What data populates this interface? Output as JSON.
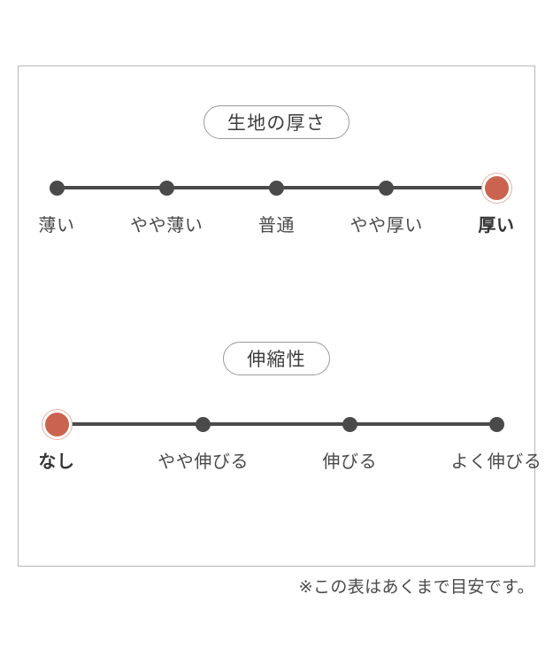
{
  "panel": {
    "border_color": "#b8b8b8",
    "background": "#ffffff"
  },
  "colors": {
    "dot_inactive": "#4a4a4a",
    "dot_active": "#ca6450",
    "dot_active_ring": "#e6b3a6",
    "track": "#4a4a4a",
    "text": "#4a4a4a",
    "pill_border": "#9b9b9b"
  },
  "scales": [
    {
      "id": "thickness",
      "title": "生地の厚さ",
      "selected_index": 4,
      "selected_label": "厚い",
      "options": [
        {
          "label": "薄い"
        },
        {
          "label": "やや薄い"
        },
        {
          "label": "普通"
        },
        {
          "label": "やや厚い"
        },
        {
          "label": "厚い"
        }
      ]
    },
    {
      "id": "stretch",
      "title": "伸縮性",
      "selected_index": 0,
      "selected_label": "なし",
      "options": [
        {
          "label": "なし"
        },
        {
          "label": "やや伸びる"
        },
        {
          "label": "伸びる"
        },
        {
          "label": "よく伸びる"
        }
      ]
    }
  ],
  "footnote": "※この表はあくまで目安です。",
  "chart_data": {
    "type": "scatter",
    "title": "生地の厚さ / 伸縮性",
    "xlabel": "",
    "ylabel": "",
    "grid": false,
    "legend": "none",
    "series": [
      {
        "name": "生地の厚さ",
        "categories": [
          "薄い",
          "やや薄い",
          "普通",
          "やや厚い",
          "厚い"
        ],
        "values": [
          0,
          0,
          0,
          0,
          1
        ],
        "selected": "厚い",
        "selected_index": 4,
        "scale_points": 5
      },
      {
        "name": "伸縮性",
        "categories": [
          "なし",
          "やや伸びる",
          "伸びる",
          "よく伸びる"
        ],
        "values": [
          1,
          0,
          0,
          0
        ],
        "selected": "なし",
        "selected_index": 0,
        "scale_points": 4
      }
    ],
    "annotations": [
      "※この表はあくまで目安です。"
    ]
  }
}
